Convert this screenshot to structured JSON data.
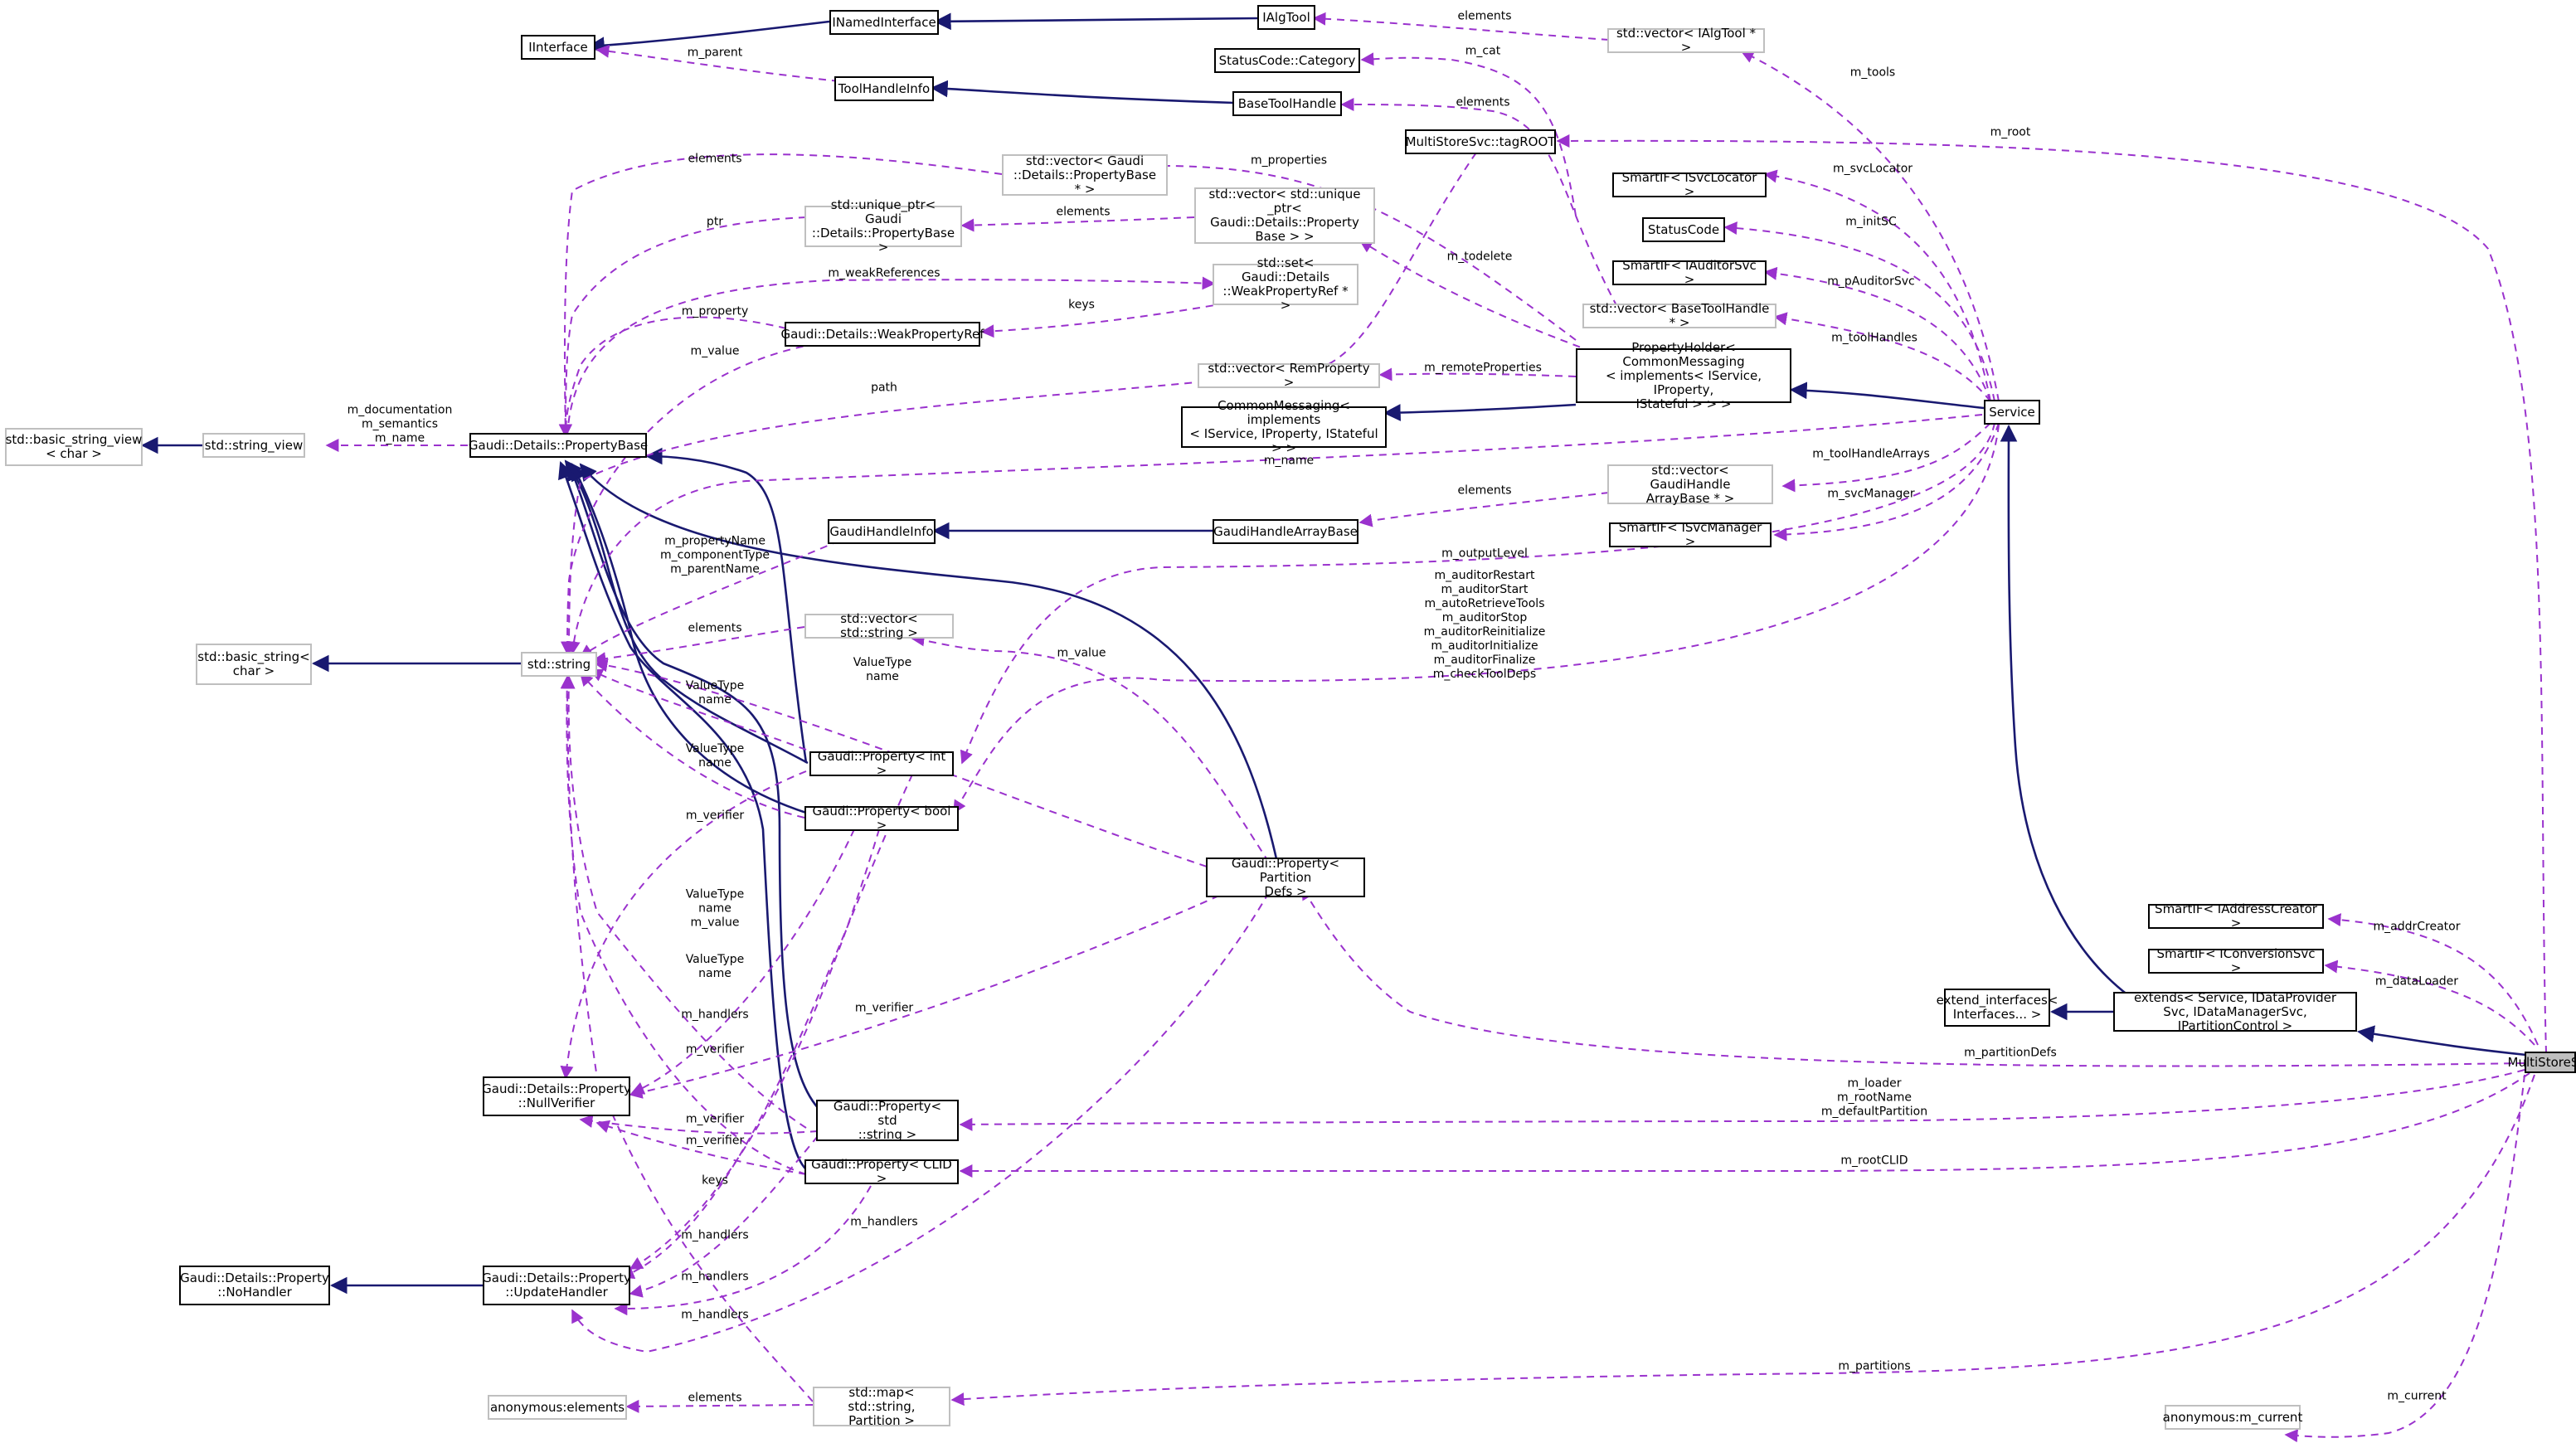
{
  "diagram": {
    "nodes": {
      "multistoresvc": "MultiStoreSvc",
      "iinterface": "IInterface",
      "inamedinterface": "INamedInterface",
      "ialgtool": "IAlgTool",
      "vector_ialgtool": "std::vector< IAlgTool * >",
      "statuscode_category": "StatusCode::Category",
      "toolhandleinfo": "ToolHandleInfo",
      "basetoolhandle": "BaseToolHandle",
      "multistoresvc_tagroot": "MultiStoreSvc::tagROOT",
      "vector_propertybase": "std::vector< Gaudi\n::Details::PropertyBase * >",
      "unique_ptr_propertybase": "std::unique_ptr< Gaudi\n::Details::PropertyBase >",
      "vector_unique_propertybase": "std::vector< std::unique\n_ptr< Gaudi::Details::Property\nBase > >",
      "smartif_isvclocator": "SmartIF< ISvcLocator >",
      "statuscode": "StatusCode",
      "smartif_iauditorsvc": "SmartIF< IAuditorSvc >",
      "set_weakpropertyref": "std::set< Gaudi::Details\n::WeakPropertyRef * >",
      "vector_basetoolhandle": "std::vector< BaseToolHandle * >",
      "weakpropertyref": "Gaudi::Details::WeakPropertyRef",
      "propertyholder": "PropertyHolder< CommonMessaging\n< implements< IService, IProperty,\nIStateful > > >",
      "vector_remproperty": "std::vector< RemProperty >",
      "commonmessaging": "CommonMessaging< implements\n< IService, IProperty, IStateful > >",
      "service": "Service",
      "basic_string_view": "std::basic_string_view\n< char >",
      "string_view": "std::string_view",
      "propertybase": "Gaudi::Details::PropertyBase",
      "vector_gaudihandlearraybase": "std::vector< GaudiHandle\nArrayBase * >",
      "gaudihandleinfo": "GaudiHandleInfo",
      "gaudihandlearraybase": "GaudiHandleArrayBase",
      "smartif_isvcmanager": "SmartIF< ISvcManager >",
      "basic_string": "std::basic_string<\nchar >",
      "std_string": "std::string",
      "vector_string": "std::vector< std::string >",
      "property_int": "Gaudi::Property< int >",
      "property_bool": "Gaudi::Property< bool >",
      "property_partitiondefs": "Gaudi::Property< Partition\nDefs >",
      "smartif_iaddresscreator": "SmartIF< IAddressCreator >",
      "smartif_iconversionsvc": "SmartIF< IConversionSvc >",
      "extend_interfaces": "extend_interfaces<\nInterfaces... >",
      "extends": "extends< Service, IDataProvider\nSvc, IDataManagerSvc, IPartitionControl >",
      "nullverifier": "Gaudi::Details::Property\n::NullVerifier",
      "property_string": "Gaudi::Property< std\n::string >",
      "property_clid": "Gaudi::Property< CLID >",
      "nohandler": "Gaudi::Details::Property\n::NoHandler",
      "updatehandler": "Gaudi::Details::Property\n::UpdateHandler",
      "anonymous_elements": "anonymous:elements",
      "map_partition": "std::map< std::string,\nPartition >",
      "anonymous_current": "anonymous:m_current"
    },
    "edge_labels": {
      "elements_ialgtool": "elements",
      "m_cat": "m_cat",
      "m_tools": "m_tools",
      "m_parent": "m_parent",
      "elements_basetoolhandle": "elements",
      "m_root": "m_root",
      "elements_vector_propertybase": "elements",
      "m_properties": "m_properties",
      "m_svclocator": "m_svcLocator",
      "ptr": "ptr",
      "elements_unique": "elements",
      "m_initsc": "m_initSC",
      "m_todelete": "m_todelete",
      "m_weakreferences": "m_weakReferences",
      "m_pauditorsvc": "m_pAuditorSvc",
      "m_property": "m_property",
      "keys_set": "keys",
      "m_toolhandles": "m_toolHandles",
      "m_value_weak": "m_value",
      "m_remoteproperties": "m_remoteProperties",
      "path": "path",
      "m_documentation": "m_documentation\nm_semantics\nm_name",
      "m_name_service": "m_name",
      "m_toolhandlearrays": "m_toolHandleArrays",
      "elements_gaudihandlearray": "elements",
      "m_svcmanager": "m_svcManager",
      "m_propertyname": "m_propertyName\nm_componentType\nm_parentName",
      "m_outputlevel": "m_outputLevel",
      "m_auditor_flags": "m_auditorRestart\nm_auditorStart\nm_autoRetrieveTools\nm_auditorStop\nm_auditorReinitialize\nm_auditorInitialize\nm_auditorFinalize\nm_checkToolDeps",
      "elements_vector_string": "elements",
      "m_value_partitiondefs": "m_value",
      "valuetype_name_partitiondefs": "ValueType\nname",
      "valuetype_name_int": "ValueType\nname",
      "valuetype_name_bool": "ValueType\nname",
      "m_verifier_int": "m_verifier",
      "valuetype_name_value_string": "ValueType\nname\nm_value",
      "valuetype_name_clid": "ValueType\nname",
      "m_handlers_bool": "m_handlers",
      "m_verifier_partitiondefs": "m_verifier",
      "m_verifier_bool": "m_verifier",
      "m_verifier_string": "m_verifier",
      "m_verifier_clid": "m_verifier",
      "keys_map": "keys",
      "m_handlers_clid": "m_handlers",
      "m_handlers_int": "m_handlers",
      "m_handlers_string": "m_handlers",
      "m_handlers_partitiondefs": "m_handlers",
      "elements_anonymous": "elements",
      "m_addrcreator": "m_addrCreator",
      "m_dataloader": "m_dataLoader",
      "m_partitiondefs": "m_partitionDefs",
      "m_loader": "m_loader\nm_rootName\nm_defaultPartition",
      "m_rootclid": "m_rootCLID",
      "m_partitions": "m_partitions",
      "m_current": "m_current"
    }
  },
  "colors": {
    "inheritance_edge": "#191970",
    "usage_edge": "#9a32cd",
    "highlight_fill": "#bfbfbf",
    "grey_border": "#bfbfbf",
    "solid_border": "#000000"
  }
}
